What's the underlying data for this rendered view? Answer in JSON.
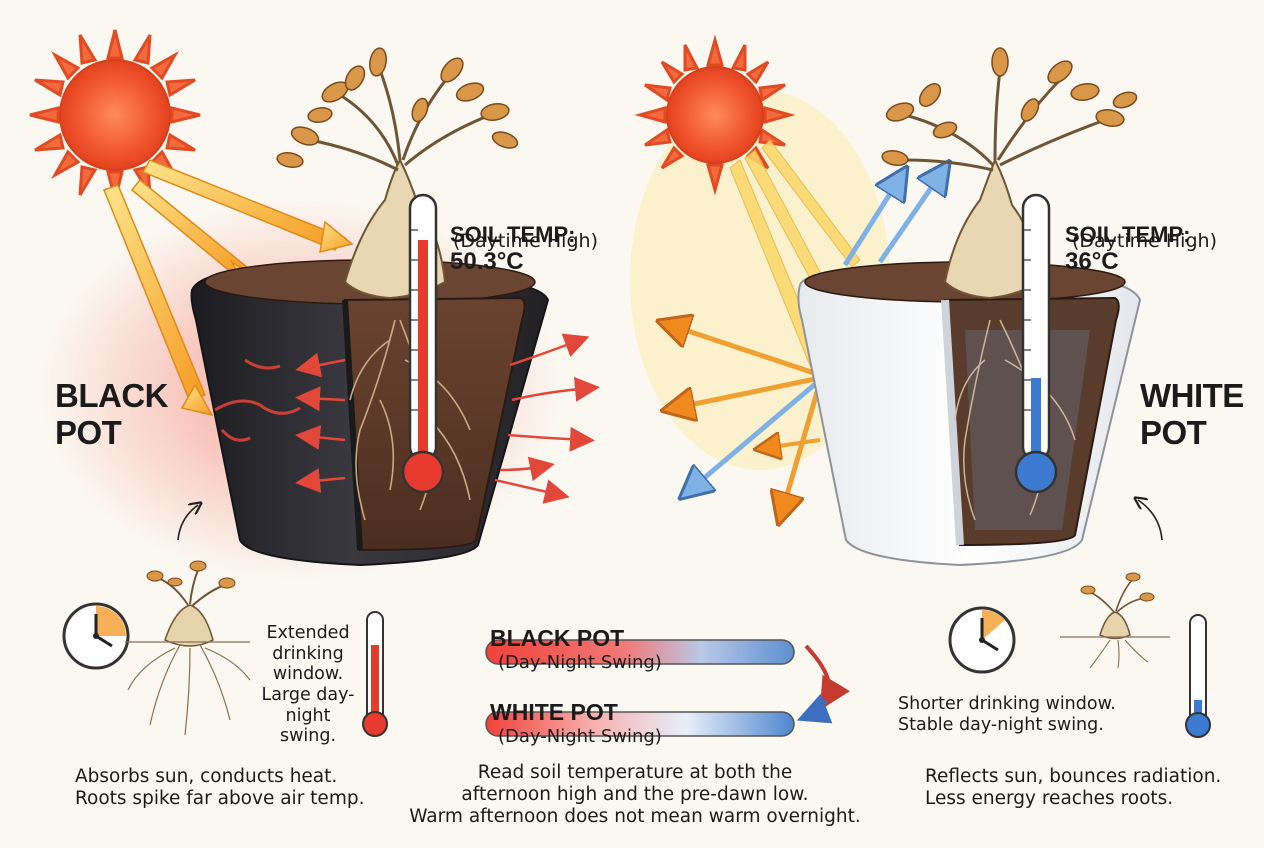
{
  "left": {
    "pot_label": "BLACK\nPOT",
    "soil_temp_label": "SOIL TEMP:",
    "soil_temp_value": "50.3°C",
    "soil_temp_note": "(Daytime High)",
    "detail_note": "Extended\ndrinking\nwindow.\nLarge day-\nnight swing.",
    "caption": "Absorbs sun, conducts heat.\nRoots spike far above air temp."
  },
  "right": {
    "pot_label": "WHITE\nPOT",
    "soil_temp_label": "SOIL TEMP:",
    "soil_temp_value": "36°C",
    "soil_temp_note": "(Daytime High)",
    "detail_note": "Shorter drinking window.\nStable day-night swing.",
    "caption": "Reflects sun, bounces radiation.\nLess energy reaches roots."
  },
  "center": {
    "swing_black_name": "BLACK POT",
    "swing_black_note": "(Day-Night Swing)",
    "swing_white_name": "WHITE POT",
    "swing_white_note": "(Day-Night Swing)",
    "caption": "Read soil temperature at both the\nafternoon high and the pre-dawn low.\nWarm afternoon does not mean warm overnight."
  },
  "colors": {
    "hot": "#e63b2e",
    "cool": "#4a86c8",
    "sun": "#f26a3d",
    "ray": "#f5b82e",
    "black_pot": "#2b2b2e",
    "white_pot": "#f4f5f6",
    "soil": "#5a3a28",
    "leaf": "#d9974a"
  },
  "icons": [
    "sun-icon",
    "thermometer-icon",
    "clock-icon",
    "arrow-icon",
    "plant-icon"
  ]
}
